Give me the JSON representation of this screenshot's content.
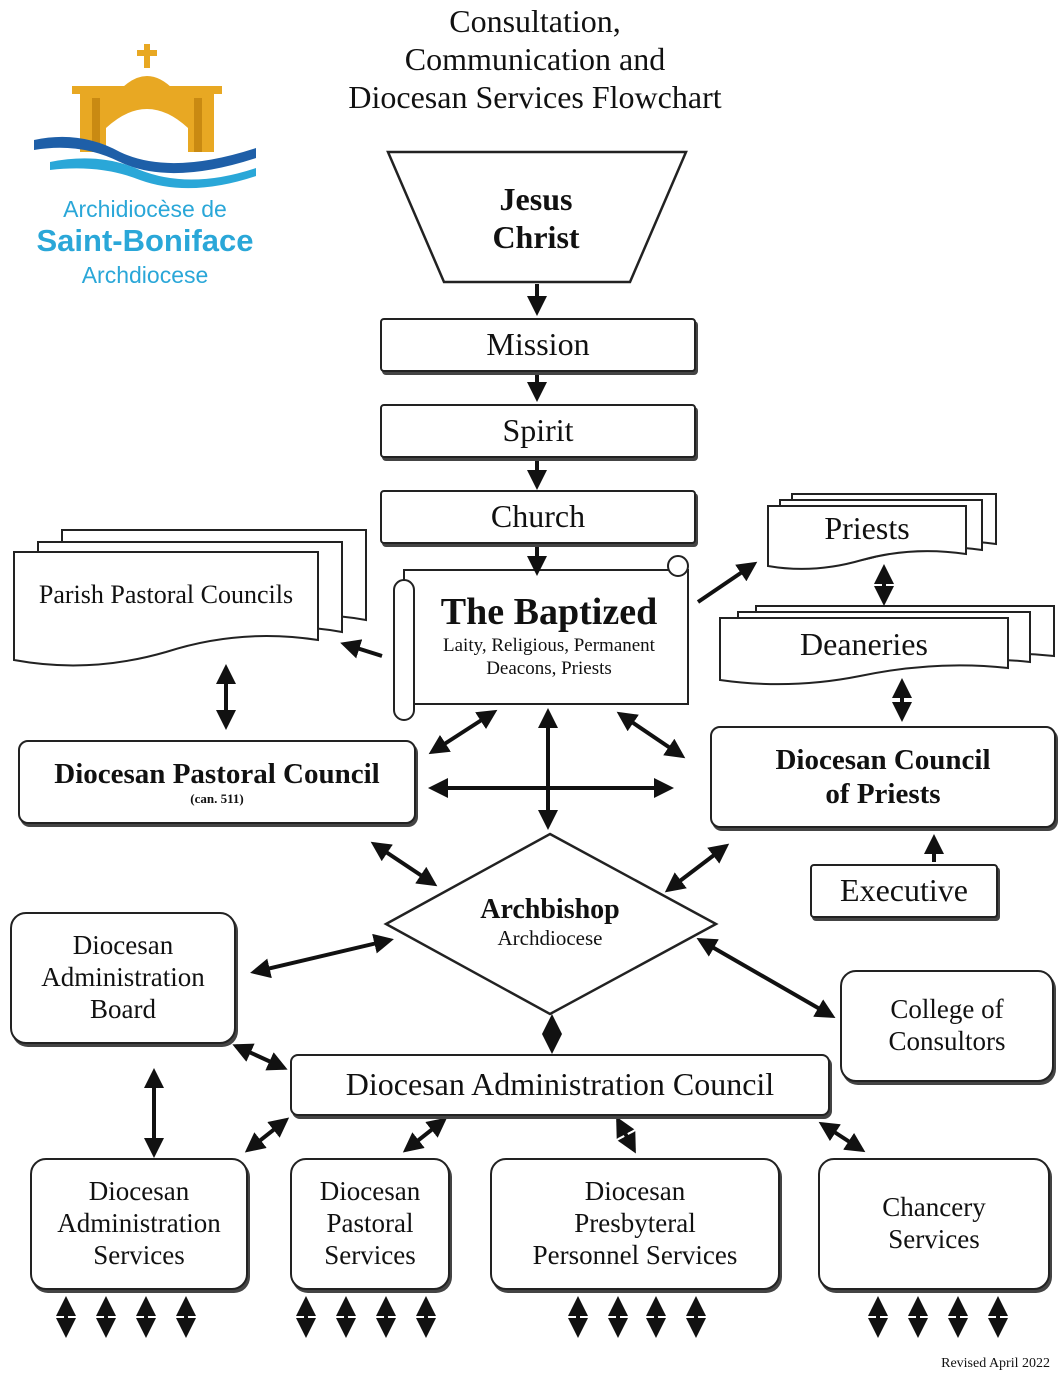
{
  "title": {
    "line1": "Consultation,",
    "line2": "Communication and",
    "line3": "Diocesan Services Flowchart"
  },
  "logo": {
    "line1": "Archidiocèse de",
    "line2": "Saint-Boniface",
    "line3": "Archdiocese",
    "color": "#2aa7d8",
    "gold": "#e8a823"
  },
  "nodes": {
    "jesus_christ": {
      "line1": "Jesus",
      "line2": "Christ"
    },
    "mission": "Mission",
    "spirit": "Spirit",
    "church": "Church",
    "the_baptized": {
      "title": "The Baptized",
      "sub1": "Laity, Religious, Permanent",
      "sub2": "Deacons, Priests"
    },
    "parish_pastoral_councils": "Parish Pastoral Councils",
    "priests": "Priests",
    "deaneries": "Deaneries",
    "diocesan_pastoral_council": {
      "title": "Diocesan Pastoral Council",
      "sub": "(can. 511)"
    },
    "diocesan_council_of_priests": {
      "line1": "Diocesan Council",
      "line2": "of Priests"
    },
    "executive": "Executive",
    "archbishop": {
      "title": "Archbishop",
      "sub": "Archdiocese"
    },
    "diocesan_administration_board": {
      "line1": "Diocesan",
      "line2": "Administration",
      "line3": "Board"
    },
    "college_of_consultors": {
      "line1": "College of",
      "line2": "Consultors"
    },
    "diocesan_administration_council": "Diocesan Administration Council",
    "diocesan_administration_services": {
      "line1": "Diocesan",
      "line2": "Administration",
      "line3": "Services"
    },
    "diocesan_pastoral_services": {
      "line1": "Diocesan",
      "line2": "Pastoral",
      "line3": "Services"
    },
    "diocesan_presbyteral_personnel_services": {
      "line1": "Diocesan",
      "line2": "Presbyteral",
      "line3": "Personnel Services"
    },
    "chancery_services": {
      "line1": "Chancery",
      "line2": "Services"
    }
  },
  "footer": {
    "revised": "Revised April 2022"
  }
}
